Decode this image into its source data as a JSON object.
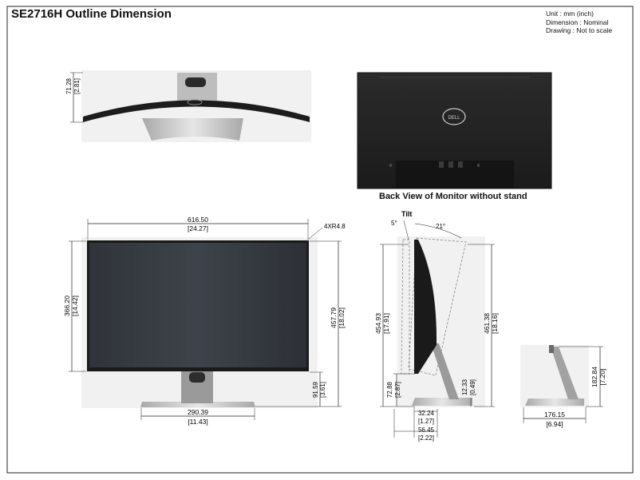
{
  "title": "SE2716H Outline Dimension",
  "notes": {
    "unit": "Unit : mm (inch)",
    "dimension": "Dimension : Nominal",
    "drawing": "Drawing : Not to scale"
  },
  "back_view_caption": "Back View of Monitor without stand",
  "logo_text": "DELL",
  "tilt": {
    "label": "Tilt",
    "forward": "5°",
    "backward": "21°"
  },
  "dimensions": {
    "top_depth": {
      "mm": "71.28",
      "in": "[2.81]"
    },
    "width": {
      "mm": "616.50",
      "in": "[24.27]"
    },
    "screw": "4XR4.8",
    "panel_height": {
      "mm": "366.20",
      "in": "[14.42]"
    },
    "total_height": {
      "mm": "457.79",
      "in": "[18.02]"
    },
    "bottom_gap": {
      "mm": "91.59",
      "in": "[3.61]"
    },
    "base_width": {
      "mm": "290.39",
      "in": "[11.43]"
    },
    "side_height": {
      "mm": "454.93",
      "in": "[17.91]"
    },
    "tilt_height": {
      "mm": "461.38",
      "in": "[18.16]"
    },
    "side_lower": {
      "mm": "72.88",
      "in": "[2.87]"
    },
    "base_thickness": {
      "mm": "12.33",
      "in": "[0.49]"
    },
    "depth_small": {
      "mm": "32.24",
      "in": "[1.27]"
    },
    "depth_total": {
      "mm": "56.45",
      "in": "[2.22]"
    },
    "stand_height": {
      "mm": "182.84",
      "in": "[7.20]"
    },
    "stand_depth": {
      "mm": "176.15",
      "in": "[6.94]"
    }
  }
}
